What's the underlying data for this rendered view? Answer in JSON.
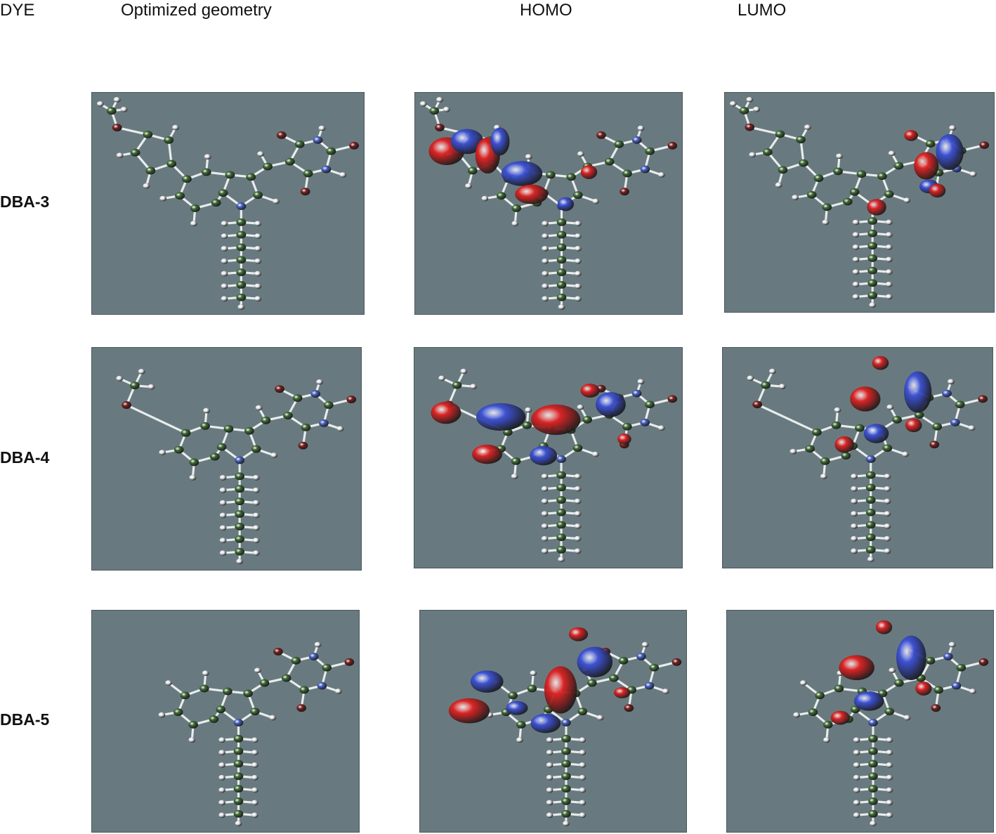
{
  "headers": {
    "dye": "DYE",
    "geometry": "Optimized geometry",
    "homo": "HOMO",
    "lumo": "LUMO"
  },
  "rows": [
    {
      "label": "DBA-3"
    },
    {
      "label": "DBA-4"
    },
    {
      "label": "DBA-5"
    }
  ],
  "colors": {
    "background": "#ffffff",
    "panel": "#687a7f",
    "carbon": "#3f6a35",
    "hydrogen": "#eef0f4",
    "nitrogen": "#4a62c8",
    "oxygen": "#7a1f1f",
    "orbital_positive": "#e02020",
    "orbital_negative": "#3b50d8",
    "bond": "#e8ecec"
  }
}
